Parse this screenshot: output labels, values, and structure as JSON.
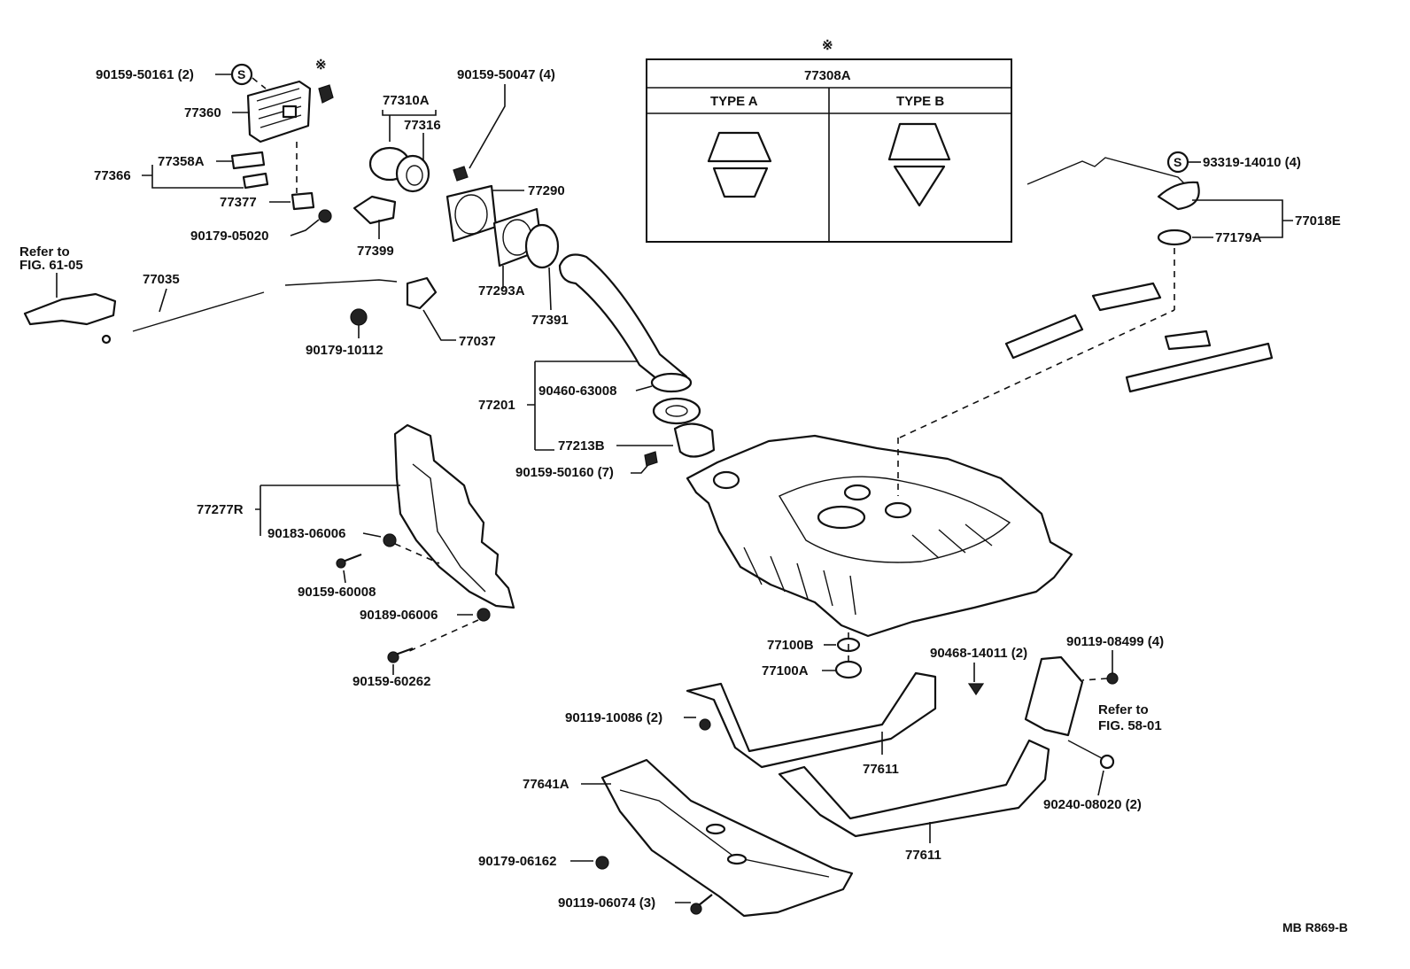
{
  "labels": {
    "p90159_50161": "90159-50161 (2)",
    "p77360": "77360",
    "p77358a": "77358A",
    "p77366": "77366",
    "p77377": "77377",
    "p90179_05020": "90179-05020",
    "p77310a": "77310A",
    "p77316": "77316",
    "p77399": "77399",
    "p90159_50047": "90159-50047 (4)",
    "p77290": "77290",
    "p77293a": "77293A",
    "p77391": "77391",
    "p77035": "77035",
    "p77037": "77037",
    "p90179_10112": "90179-10112",
    "p77201": "77201",
    "p90460_63008": "90460-63008",
    "p77213b": "77213B",
    "p90159_50160": "90159-50160 (7)",
    "p77277r": "77277R",
    "p90183_06006": "90183-06006",
    "p90159_60008": "90159-60008",
    "p90189_06006": "90189-06006",
    "p90159_60262": "90159-60262",
    "p77100b": "77100B",
    "p77100a": "77100A",
    "p90468_14011": "90468-14011 (2)",
    "p90119_08499": "90119-08499 (4)",
    "p90119_10086": "90119-10086 (2)",
    "p77611a": "77611",
    "p77611b": "77611",
    "p77641a": "77641A",
    "p90179_06162": "90179-06162",
    "p90119_06074": "90119-06074 (3)",
    "p90240_08020": "90240-08020 (2)",
    "p93319_14010": "93319-14010 (4)",
    "p77018e": "77018E",
    "p77179a": "77179A",
    "refer61_line1": "Refer to",
    "refer61_line2": "FIG. 61-05",
    "refer58_line1": "Refer to",
    "refer58_line2": "FIG. 58-01",
    "footer": "MB R869-B"
  },
  "type_table": {
    "marker": "※",
    "header": "77308A",
    "col_a": "TYPE A",
    "col_b": "TYPE B"
  },
  "marker_top": "※",
  "s_circle": "S"
}
